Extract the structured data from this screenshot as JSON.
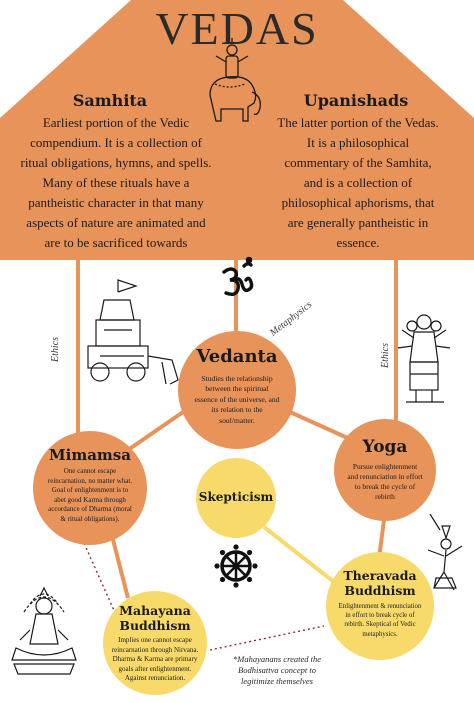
{
  "title": "VEDAS",
  "colors": {
    "orange": "#E8935A",
    "yellow": "#F8DA6A",
    "ink": "#1a1a1a",
    "line": "#E8935A",
    "dot": "#8B2E2E"
  },
  "samhita": {
    "title": "Samhita",
    "lines": [
      "Earliest portion of the Vedic",
      "compendium. It is a collection of",
      "ritual obligations, hymns, and spells.",
      "Many of these rituals have a",
      "pantheistic character in that many",
      "aspects of nature are animated and",
      "are to be sacrificed towards"
    ]
  },
  "upanishads": {
    "title": "Upanishads",
    "lines": [
      "The latter portion of the Vedas.",
      "It is a philosophical",
      "commentary of the Samhita,",
      "and is a collection of",
      "philosophical aphorisms, that",
      "are generally pantheistic in",
      "essence."
    ]
  },
  "edges": {
    "ethics_left": "Ethics",
    "ethics_right": "Ethics",
    "metaphysics": "Metaphysics"
  },
  "vedanta": {
    "title": "Vedanta",
    "lines": [
      "Studies the relationship",
      "between the spiritual",
      "essence of the universe, and",
      "its relation to the",
      "soul/matter."
    ]
  },
  "mimamsa": {
    "title": "Mimamsa",
    "lines": [
      "One cannot escape",
      "reincarnation, no matter what.",
      "Goal of enlightenment is to",
      "abet good Karma through",
      "accordance of Dharma (moral",
      "& ritual obligations)."
    ]
  },
  "yoga": {
    "title": "Yoga",
    "lines": [
      "Pursue enlightenment",
      "and renunciation in effort",
      "to break the cycle of",
      "rebirth"
    ]
  },
  "skepticism": {
    "title": "Skepticism"
  },
  "theravada": {
    "title_lines": [
      "Theravada",
      "Buddhism"
    ],
    "lines": [
      "Enlightenment & renunciation",
      "in effort to break cycle of",
      "rebirth. Skeptical of Vedic",
      "metaphysics."
    ]
  },
  "mahayana": {
    "title_lines": [
      "Mahayana",
      "Buddhism"
    ],
    "lines": [
      "Implies one cannot escape",
      "reincarnation through Nirvana.",
      "Dharma & Karma are primary",
      "goals after enlightenment.",
      "Against renunciation."
    ]
  },
  "note": {
    "lines": [
      "*Mahayanans created the",
      "Bodhisattva concept to",
      "legitimize themselves"
    ]
  },
  "icons": [
    "om-symbol-icon",
    "dharma-wheel-icon",
    "deity-on-elephant-icon",
    "chariot-icon",
    "multi-headed-deity-icon",
    "dancing-deity-icon",
    "seated-buddha-icon"
  ]
}
